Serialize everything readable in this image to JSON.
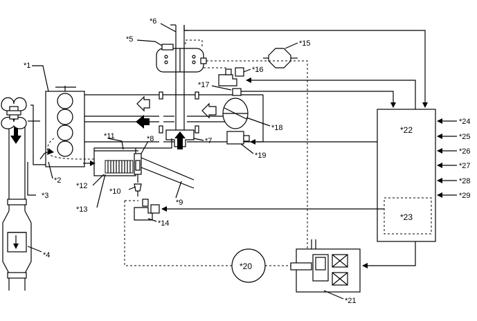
{
  "labels": {
    "l1": "*1",
    "l2": "*2",
    "l3": "*3",
    "l4": "*4",
    "l5": "*5",
    "l6": "*6",
    "l7": "*7",
    "l8": "*8",
    "l9": "*9",
    "l10": "*10",
    "l11": "*11",
    "l12": "*12",
    "l13": "*13",
    "l14": "*14",
    "l15": "*15",
    "l16": "*16",
    "l17": "*17",
    "l18": "*18",
    "l19": "*19",
    "l20": "*20",
    "l21": "*21",
    "l22": "*22",
    "l23": "*23",
    "l24": "*24",
    "l25": "*25",
    "l26": "*26",
    "l27": "*27",
    "l28": "*28",
    "l29": "*29"
  },
  "colors": {
    "line": "#000000",
    "background": "#ffffff"
  }
}
